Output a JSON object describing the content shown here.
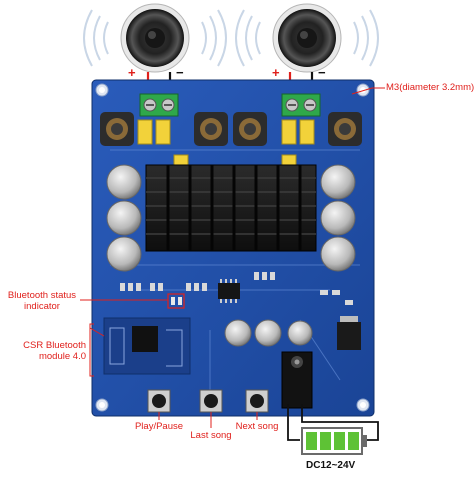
{
  "labels": {
    "mount_hole": "M3(diameter 3.2mm)",
    "bt_status_line1": "Bluetooth status",
    "bt_status_line2": "indicator",
    "csr_line1": "CSR Bluetooth",
    "csr_line2": "module 4.0",
    "play_pause": "Play/Pause",
    "last_song": "Last song",
    "next_song": "Next song",
    "battery": "DC12~24V"
  },
  "polarity": {
    "plus": "+",
    "minus": "−"
  },
  "colors": {
    "pcb": "#1f4fa8",
    "annotation": "#e0201c",
    "heatsink": "#1a1a1a",
    "battery_fill": "#5ec235",
    "terminal": "#2fa84a"
  }
}
